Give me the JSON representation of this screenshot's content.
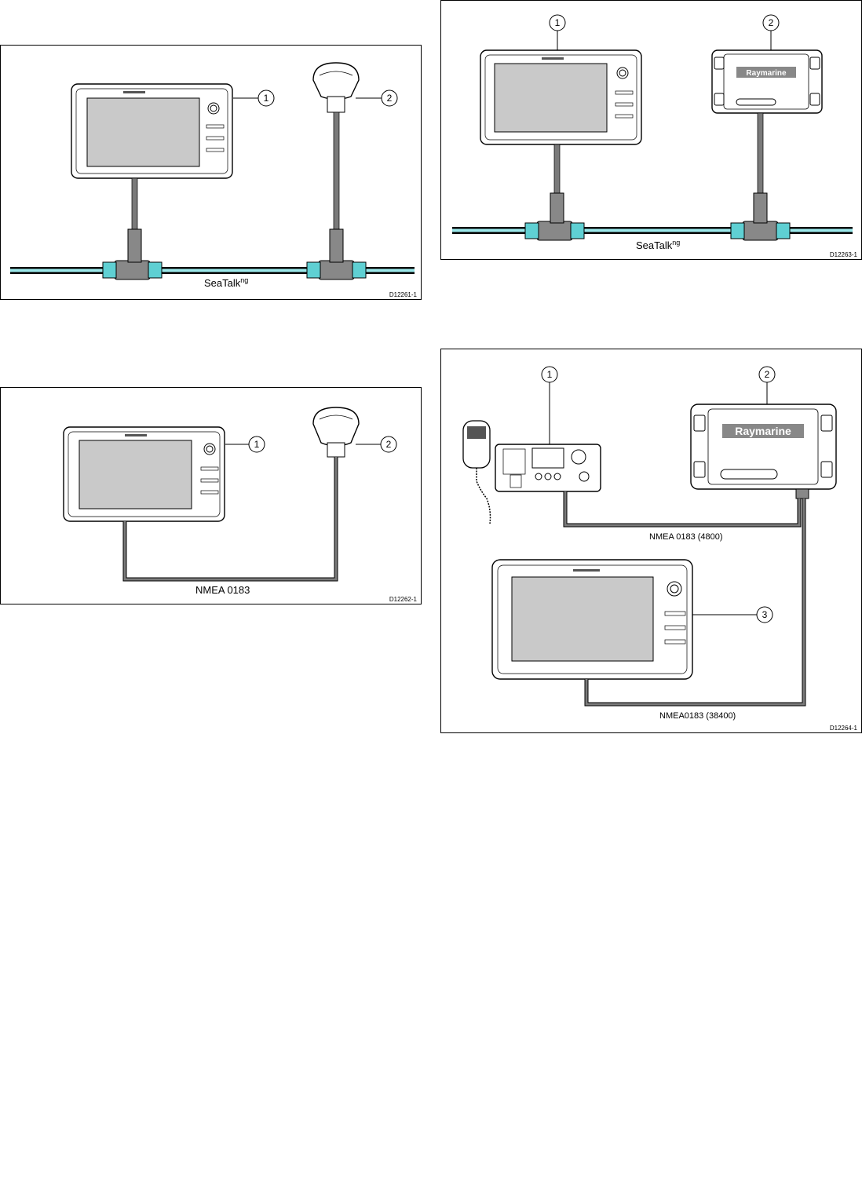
{
  "colors": {
    "bus": "#9be8ea",
    "cable": "#7a7a7a",
    "screen": "#c9c9c9",
    "tee": "#5fd0d3"
  },
  "diagram1": {
    "bus_label": "SeaTalk",
    "bus_sup": "ng",
    "callouts": [
      "1",
      "2"
    ],
    "code": "D12261-1"
  },
  "diagram2": {
    "bus_label": "SeaTalk",
    "bus_sup": "ng",
    "callouts": [
      "1",
      "2"
    ],
    "code": "D12263-1"
  },
  "diagram3": {
    "link_label": "NMEA 0183",
    "callouts": [
      "1",
      "2"
    ],
    "code": "D12262-1"
  },
  "diagram4": {
    "link1_label": "NMEA 0183 (4800)",
    "link2_label": "NMEA0183 (38400)",
    "callouts": [
      "1",
      "2",
      "3"
    ],
    "code": "D12264-1"
  }
}
